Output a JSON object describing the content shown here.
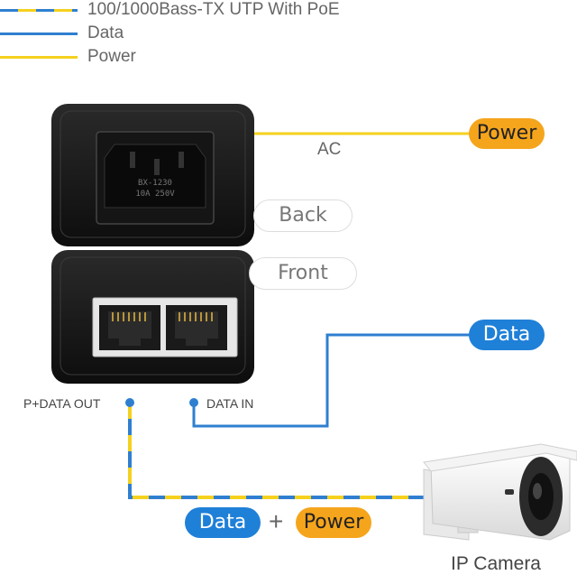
{
  "legend": {
    "items": [
      {
        "label": "100/1000Bass-TX UTP With PoE",
        "style": "mixed"
      },
      {
        "label": "Data",
        "style": "blue"
      },
      {
        "label": "Power",
        "style": "yellow"
      }
    ]
  },
  "colors": {
    "data": "#2f7fd0",
    "power": "#f5d11e",
    "power_badge": "#f5a51c",
    "data_badge": "#1f80d8"
  },
  "labels": {
    "ac": "AC",
    "back": "Back",
    "front": "Front",
    "p_data_out": "P+DATA OUT",
    "data_in": "DATA IN",
    "ip_camera": "IP Camera"
  },
  "badges": {
    "power_top": "Power",
    "data_right": "Data",
    "data_bottom": "Data",
    "plus": "+",
    "power_bottom": "Power"
  },
  "device_text": {
    "socket_line1": "BX-1230",
    "socket_line2": "10A 250V"
  }
}
